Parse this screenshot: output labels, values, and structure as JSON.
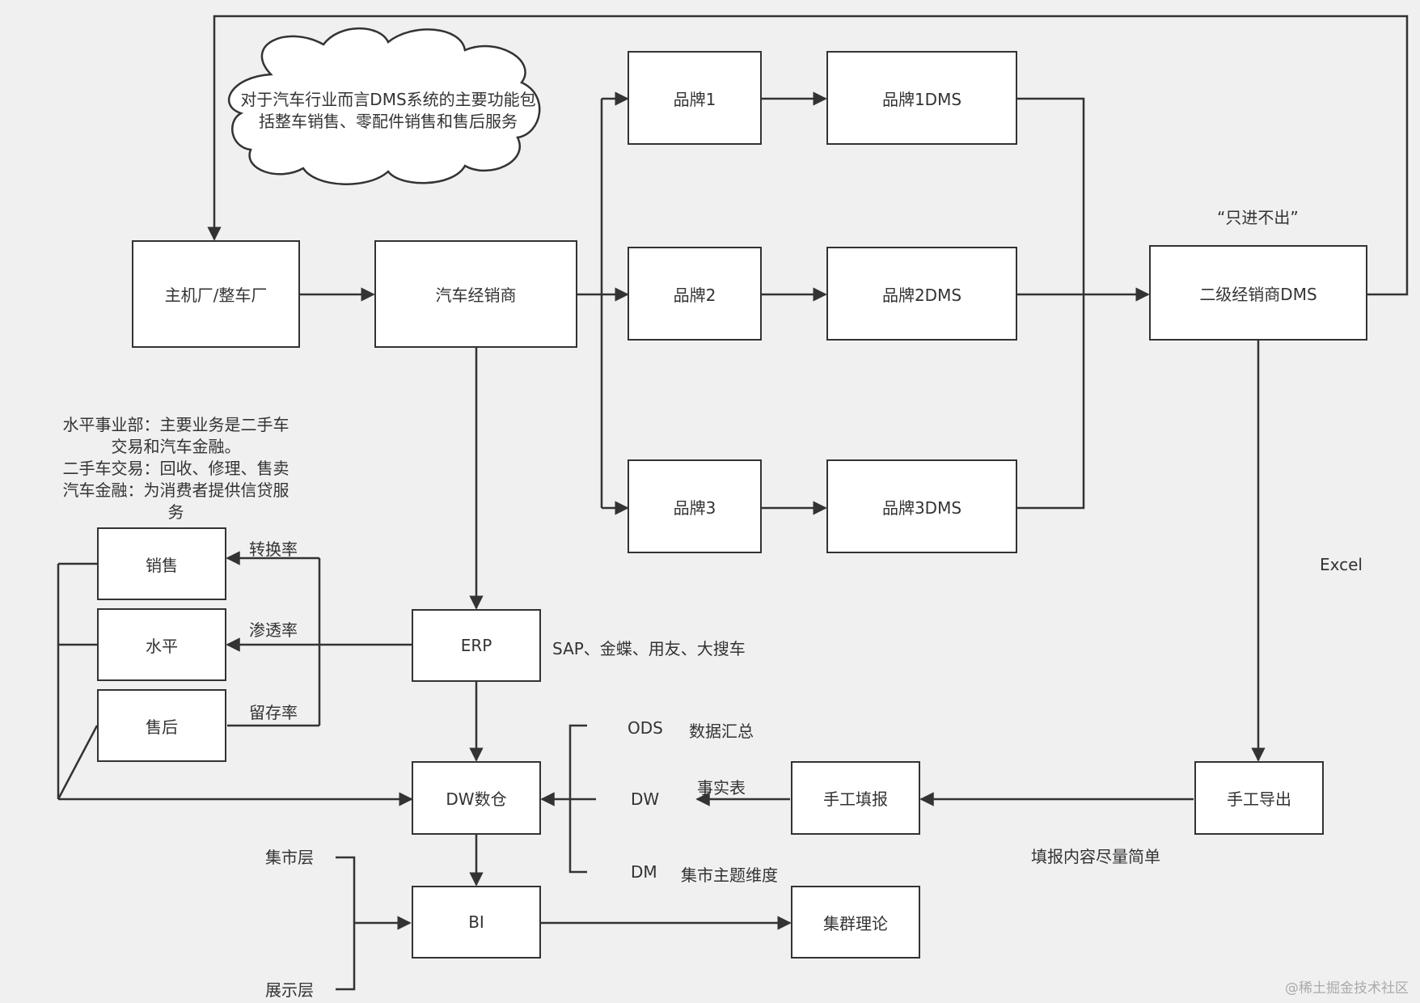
{
  "colors": {
    "line": "#333333",
    "background": "#f0f0f0",
    "box": "#ffffff"
  },
  "cloud": {
    "text": "对于汽车行业而言DMS系统的主要功能包括整车销售、零配件销售和售后服务"
  },
  "nodes": {
    "oem": "主机厂/整车厂",
    "dealer": "汽车经销商",
    "brand1": "品牌1",
    "brand2": "品牌2",
    "brand3": "品牌3",
    "brand1dms": "品牌1DMS",
    "brand2dms": "品牌2DMS",
    "brand3dms": "品牌3DMS",
    "secondary_dms": "二级经销商DMS",
    "erp": "ERP",
    "sales": "销售",
    "horizontal": "水平",
    "aftersales": "售后",
    "dw": "DW数仓",
    "bi": "BI",
    "manual_fill": "手工填报",
    "manual_export": "手工导出",
    "cluster": "集群理论"
  },
  "labels": {
    "in_only": "“只进不出”",
    "excel": "Excel",
    "erp_vendors": "SAP、金蝶、用友、大搜车",
    "conversion": "转换率",
    "penetration": "渗透率",
    "retention": "留存率",
    "ods": "ODS",
    "ods_desc": "数据汇总",
    "dw_layer": "DW",
    "dw_desc": "事实表",
    "dm": "DM",
    "dm_desc": "集市主题维度",
    "fill_simple": "填报内容尽量简单",
    "mart_layer": "集市层",
    "display_layer": "展示层",
    "watermark": "@稀土掘金技术社区"
  },
  "notes": {
    "horizontal_dept": [
      "水平事业部：主要业务是二手车",
      "交易和汽车金融。",
      "二手车交易：回收、修理、售卖",
      "汽车金融：为消费者提供信贷服",
      "务"
    ]
  }
}
